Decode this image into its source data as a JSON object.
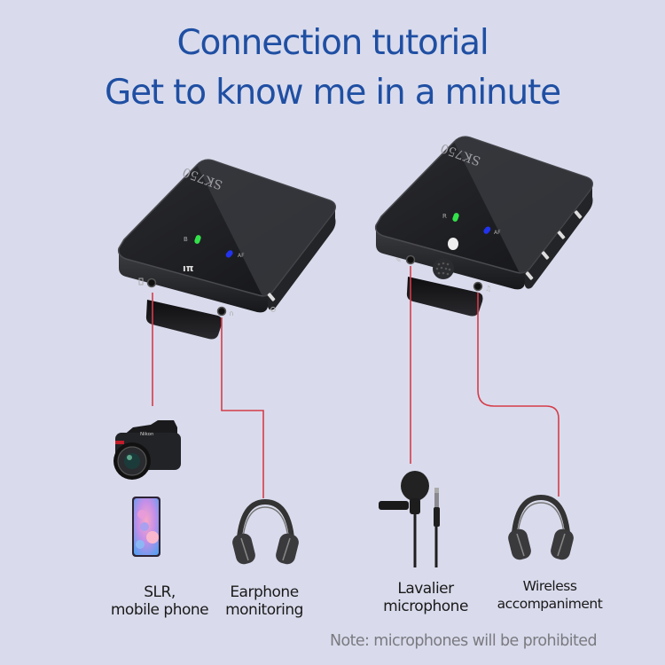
{
  "header": {
    "title_line1": "Connection tutorial",
    "title_line2": "Get to know me in a minute"
  },
  "devices": {
    "transmitter": {
      "model": "SK750",
      "led_green_label": "B",
      "led_blue_label": "AF"
    },
    "receiver": {
      "model": "SK750",
      "led_green_label": "R",
      "led_blue_label": "AF",
      "side_buttons": [
        "power",
        "set",
        "+",
        "-"
      ]
    }
  },
  "connections": [
    {
      "id": "slr-mobile",
      "label_line1": "SLR,",
      "label_line2": "mobile phone",
      "icons": [
        "camera-icon",
        "smartphone-icon"
      ]
    },
    {
      "id": "earphone-monitoring",
      "label_line1": "Earphone",
      "label_line2": "monitoring",
      "icons": [
        "headphones-icon"
      ]
    },
    {
      "id": "lavalier",
      "label_line1": "Lavalier",
      "label_line2": "microphone",
      "icons": [
        "lavalier-microphone-icon"
      ]
    },
    {
      "id": "wireless-accompaniment",
      "label_line1": "Wireless",
      "label_line2": "accompaniment",
      "icons": [
        "headphones-icon"
      ]
    }
  ],
  "footer": {
    "note": "Note: microphones will be prohibited"
  },
  "colors": {
    "background": "#d9dbec",
    "title": "#1f4fa3",
    "connector_line": "#d63c4a",
    "device_body": "#1e1f22",
    "led_green": "#33e24a",
    "led_blue": "#2233ee",
    "note": "#7a7a80"
  }
}
